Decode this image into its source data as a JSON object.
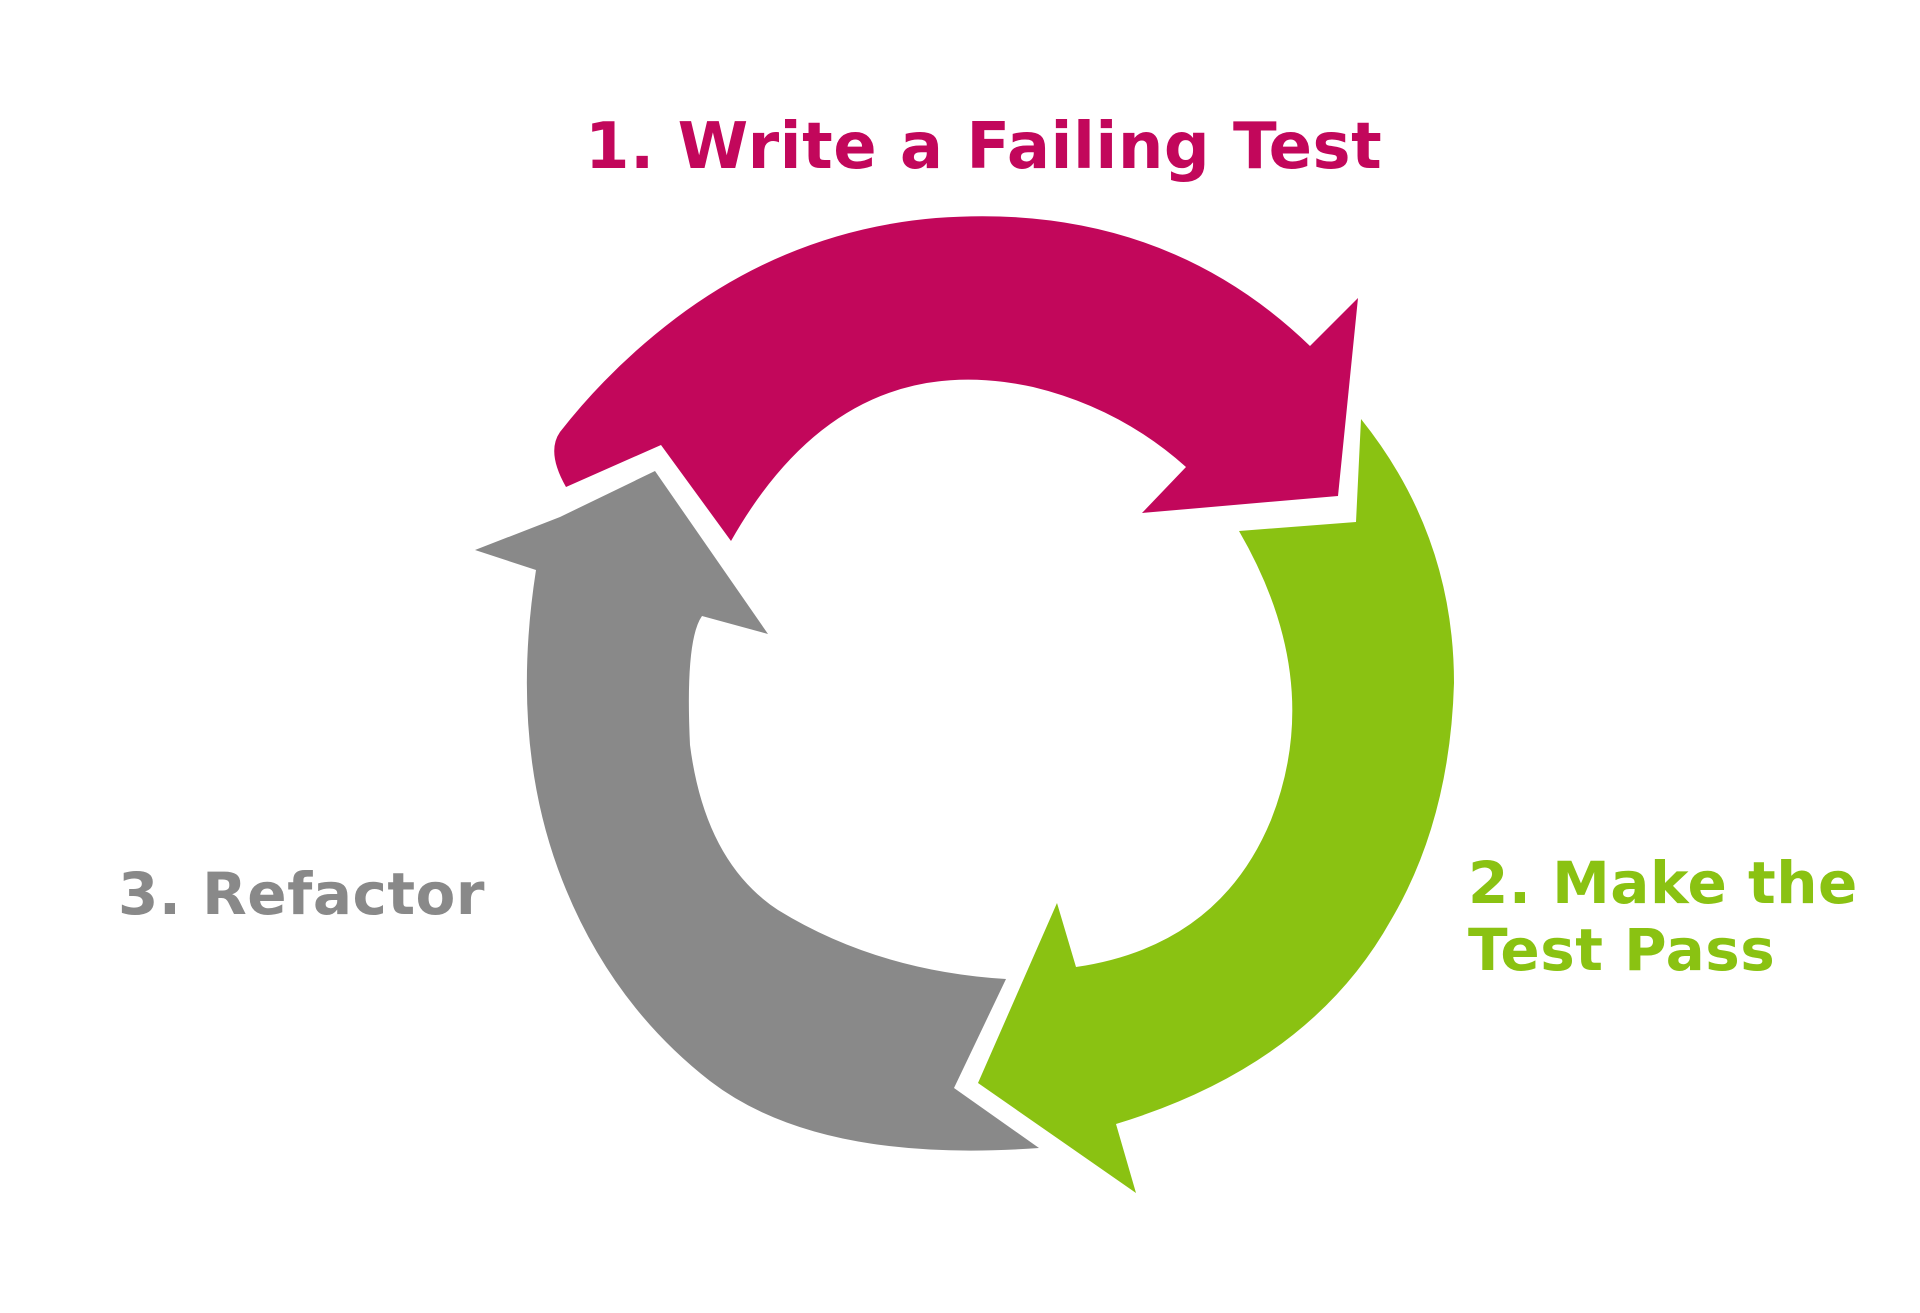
{
  "diagram": {
    "steps": [
      {
        "id": "write-failing-test",
        "label": "1. Write a Failing Test",
        "color": "#c2075b"
      },
      {
        "id": "make-test-pass",
        "label_line1": "2. Make the",
        "label_line2": "Test Pass",
        "color": "#8ac212"
      },
      {
        "id": "refactor",
        "label": "3. Refactor",
        "color": "#898989"
      }
    ]
  }
}
